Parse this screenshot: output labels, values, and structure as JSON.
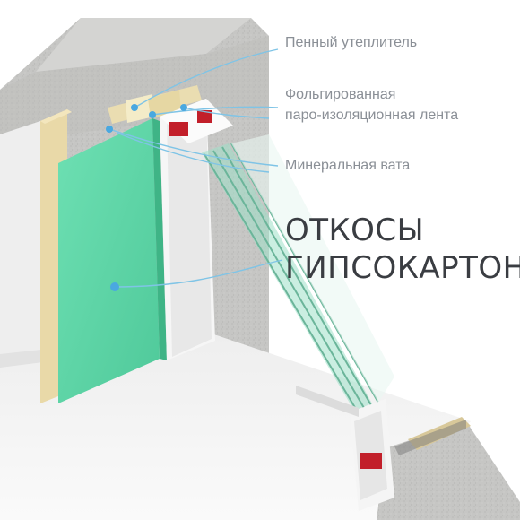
{
  "labels": {
    "foam": "Пенный утеплитель",
    "foil_line1": "Фольгированная",
    "foil_line2": "паро-изоляционная лента",
    "mineral": "Минеральная вата",
    "main_line1": "ОТКОСЫ",
    "main_line2": "ГИПСОКАРТОН"
  },
  "colors": {
    "concrete": "#c9c9c7",
    "wall_white": "#f2f2f2",
    "drywall": "#5fd6a8",
    "wood": "#e9d9a8",
    "pvc": "#f4f4f4",
    "glass": "#9fe0c8",
    "red_reinforce": "#c21f2a",
    "callout_line": "#7fc4e6",
    "dot": "#4aa8e0",
    "text_grey": "#8a8f96",
    "text_dark": "#3a3d42"
  }
}
